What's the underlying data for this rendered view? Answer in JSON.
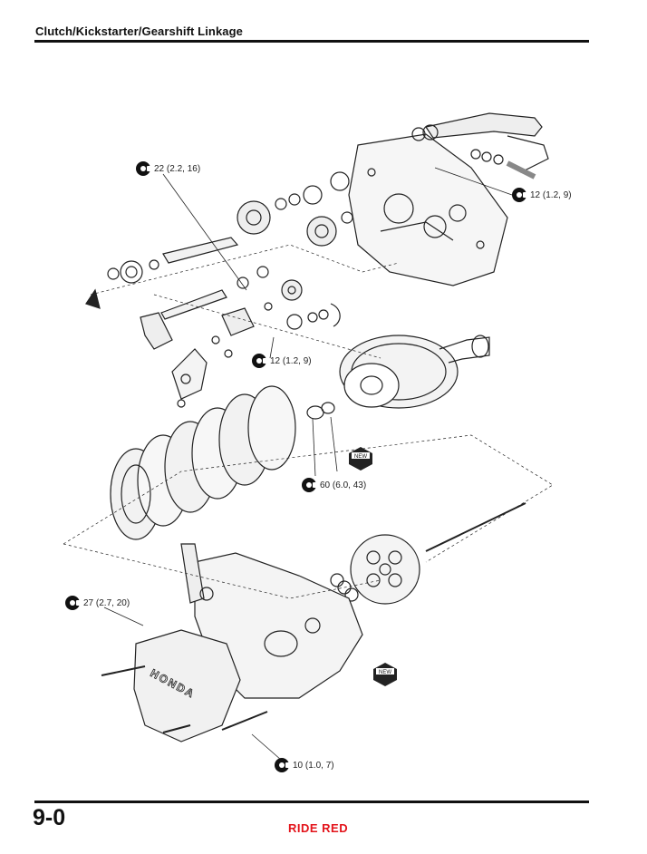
{
  "header": {
    "title": "Clutch/Kickstarter/Gearshift Linkage"
  },
  "footer": {
    "page_number": "9-0",
    "brand": "RIDE RED",
    "brand_color": "#e3141b"
  },
  "torque_callouts": [
    {
      "id": "t1",
      "value": "22 (2.2, 16)"
    },
    {
      "id": "t2",
      "value": "12 (1.2, 9)"
    },
    {
      "id": "t3",
      "value": "12 (1.2, 9)"
    },
    {
      "id": "t4",
      "value": "60 (6.0, 43)"
    },
    {
      "id": "t5",
      "value": "27 (2.7, 20)"
    },
    {
      "id": "t6",
      "value": "10 (1.0, 7)"
    }
  ],
  "new_part_badges": [
    {
      "id": "n1",
      "label": "NEW"
    },
    {
      "id": "n2",
      "label": "NEW"
    }
  ],
  "cover_logo": "HONDA"
}
